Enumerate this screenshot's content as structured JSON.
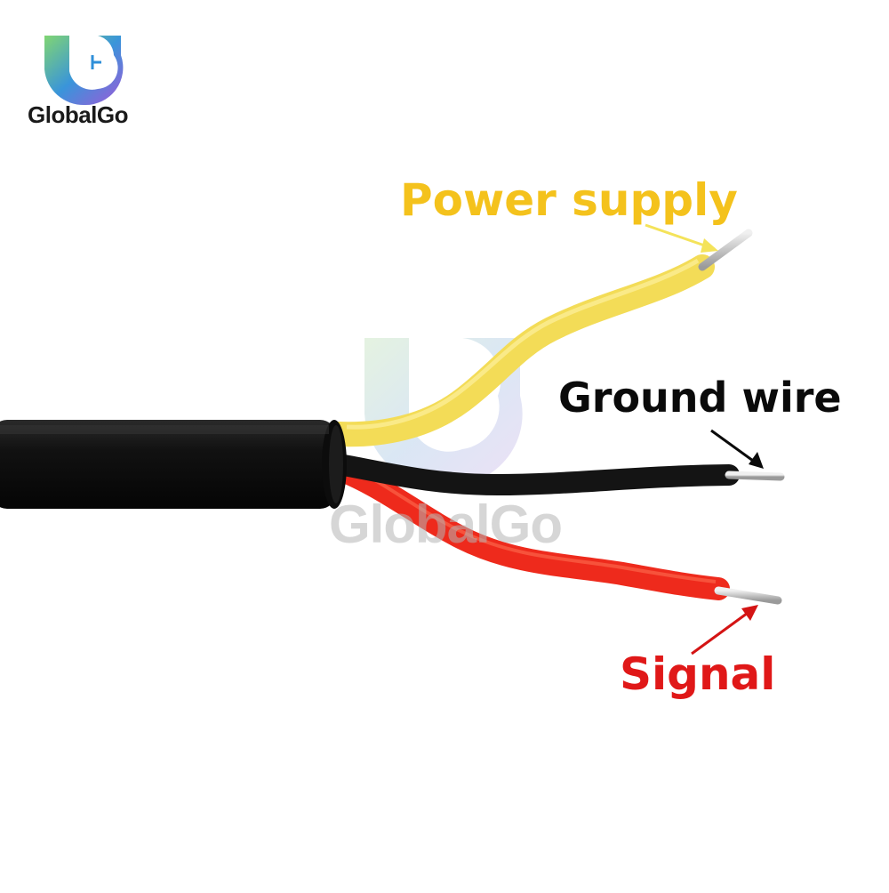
{
  "brand": {
    "name": "GlobalGo",
    "logo_icon": "globalgo-logo-icon",
    "colors": {
      "primary_blue": "#2f6fd8",
      "accent_green": "#6ecb5a",
      "accent_purple": "#9a4fd6"
    }
  },
  "watermark": {
    "text": "GlobalGo"
  },
  "labels": {
    "power": {
      "text": "Power supply",
      "color": "#f4c21c"
    },
    "ground": {
      "text": "Ground wire",
      "color": "#0a0a0a"
    },
    "signal": {
      "text": "Signal",
      "color": "#e01818"
    }
  },
  "wires": {
    "cable_jacket_color": "#111111",
    "power_wire_color": "#f3dc57",
    "ground_wire_color": "#141414",
    "signal_wire_color": "#ee2a1c",
    "conductor_color": "#c8c8c8"
  }
}
